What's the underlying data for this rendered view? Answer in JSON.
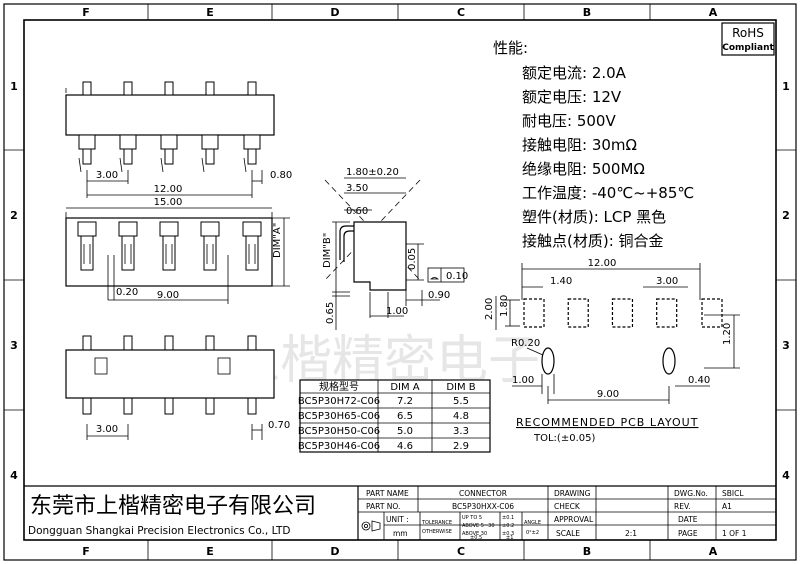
{
  "zones": {
    "cols": [
      "F",
      "E",
      "D",
      "C",
      "B",
      "A"
    ],
    "rows": [
      "1",
      "2",
      "3",
      "4"
    ]
  },
  "rohs": {
    "line1": "RoHS",
    "line2": "Compliant"
  },
  "specs": {
    "heading": "性能:",
    "lines": [
      "额定电流: 2.0A",
      "额定电压: 12V",
      "耐电压: 500V",
      "接触电阻: 30mΩ",
      "绝缘电阻: 500MΩ",
      "工作温度: -40℃~+85℃",
      "塑件(材质): LCP 黑色",
      "接触点(材质): 铜合金"
    ]
  },
  "dims": {
    "top_pitch": "3.00",
    "top_span": "12.00",
    "top_pad": "0.80",
    "front_total": "15.00",
    "front_pin_w": "0.20",
    "front_span": "9.00",
    "front_dim_a": "DIM\"A\"",
    "bottom_pitch": "3.00",
    "bottom_pad": "0.70",
    "side_180": "1.80±0.20",
    "side_350": "3.50",
    "side_060": "0.60",
    "side_dim_b": "DIM\"B\"",
    "side_005": "0.05",
    "side_flat": "0.10",
    "side_090": "0.90",
    "side_065": "0.65",
    "side_100": "1.00",
    "pcb_span": "12.00",
    "pcb_140": "1.40",
    "pcb_300": "3.00",
    "pcb_180": "1.80",
    "pcb_200": "2.00",
    "pcb_120": "1.20",
    "pcb_r": "R0.20",
    "pcb_100": "1.00",
    "pcb_900": "9.00",
    "pcb_040": "0.40"
  },
  "table": {
    "headers": [
      "规格型号",
      "DIM A",
      "DIM B"
    ],
    "rows": [
      [
        "BC5P30H72-C06",
        "7.2",
        "5.5"
      ],
      [
        "BC5P30H65-C06",
        "6.5",
        "4.8"
      ],
      [
        "BC5P30H50-C06",
        "5.0",
        "3.3"
      ],
      [
        "BC5P30H46-C06",
        "4.6",
        "2.9"
      ]
    ]
  },
  "pcb_layout": {
    "title": "RECOMMENDED PCB LAYOUT",
    "tol": "TOL:(±0.05)"
  },
  "watermark": "上楷精密电子",
  "company": {
    "cn": "东莞市上楷精密电子有限公司",
    "en": "Dongguan Shangkai Precision Electronics Co., LTD"
  },
  "title_block": {
    "part_name_label": "PART NAME",
    "part_name": "CONNECTOR",
    "part_no_label": "PART NO.",
    "part_no": "BC5P30HXX-C06",
    "unit_label": "UNIT :",
    "unit": "mm",
    "tol_label1": "TOLERANCE",
    "tol_label2": "OTHERWISE",
    "tol_r1": "UP TO 5",
    "tol_r2": "ABOVE 5~30",
    "tol_r3": "ABOVE 30",
    "tol_v1": "±0.1",
    "tol_v2": "±0.2",
    "tol_v3": "±0.3",
    "tol_v4": "±0.5",
    "tol_v5": "±1",
    "angle_label": "ANGLE",
    "angle_v": "0°±2",
    "drawing": "DRAWING",
    "check": "CHECK",
    "approval": "APPROVAL",
    "scale_label": "SCALE",
    "scale": "2:1",
    "dwg_label": "DWG.No.",
    "dwg": "SBICL",
    "rev_label": "REV.",
    "rev": "A1",
    "date_label": "DATE",
    "page_label": "PAGE",
    "page": "1 OF 1"
  }
}
